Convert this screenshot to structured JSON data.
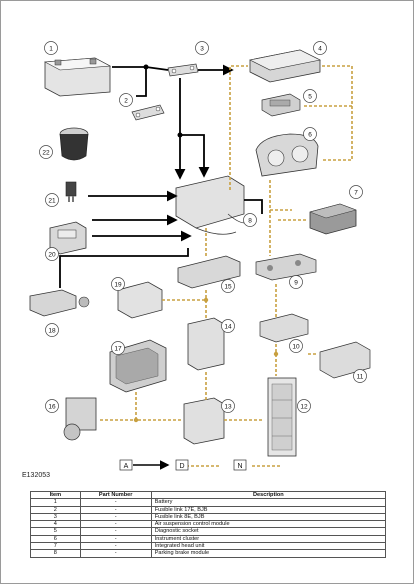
{
  "figure_id": "E132053",
  "callouts": [
    "1",
    "2",
    "3",
    "4",
    "5",
    "6",
    "7",
    "8",
    "9",
    "10",
    "11",
    "12",
    "13",
    "14",
    "15",
    "16",
    "17",
    "18",
    "19",
    "20",
    "21",
    "22"
  ],
  "legend": [
    "A",
    "D",
    "N"
  ],
  "colors": {
    "power_line": "#000000",
    "bus_line": "#c8a040",
    "callout_stroke": "#444444"
  },
  "table": {
    "headers": [
      "Item",
      "Part Number",
      "Description"
    ],
    "rows": [
      [
        "1",
        "-",
        "Battery"
      ],
      [
        "2",
        "-",
        "Fusible link 17E, BJB"
      ],
      [
        "3",
        "-",
        "Fusible link 8E, BJB"
      ],
      [
        "4",
        "-",
        "Air suspension control module"
      ],
      [
        "5",
        "-",
        "Diagnostic socket"
      ],
      [
        "6",
        "-",
        "Instrument cluster"
      ],
      [
        "7",
        "-",
        "Integrated head unit"
      ],
      [
        "8",
        "-",
        "Parking brake module"
      ]
    ]
  }
}
